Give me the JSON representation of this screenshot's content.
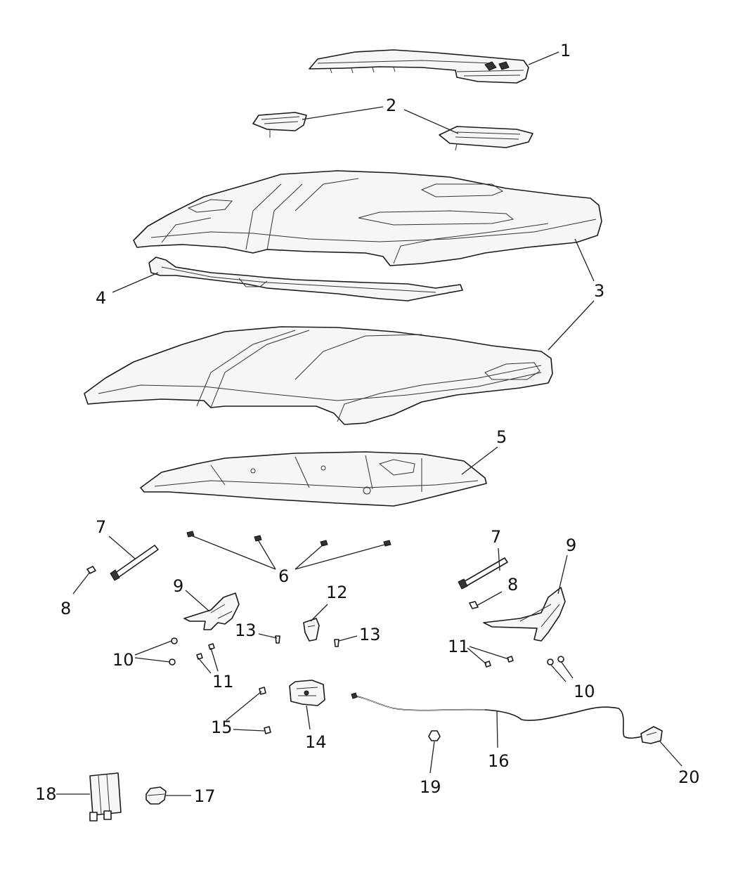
{
  "callouts": [
    {
      "id": "c1",
      "label": "1"
    },
    {
      "id": "c2",
      "label": "2"
    },
    {
      "id": "c3a",
      "label": "3"
    },
    {
      "id": "c3b",
      "label": "3"
    },
    {
      "id": "c4",
      "label": "4"
    },
    {
      "id": "c5",
      "label": "5"
    },
    {
      "id": "c6",
      "label": "6"
    },
    {
      "id": "c7a",
      "label": "7"
    },
    {
      "id": "c7b",
      "label": "7"
    },
    {
      "id": "c8a",
      "label": "8"
    },
    {
      "id": "c8b",
      "label": "8"
    },
    {
      "id": "c9a",
      "label": "9"
    },
    {
      "id": "c9b",
      "label": "9"
    },
    {
      "id": "c10a",
      "label": "10"
    },
    {
      "id": "c10b",
      "label": "10"
    },
    {
      "id": "c11a",
      "label": "11"
    },
    {
      "id": "c11b",
      "label": "11"
    },
    {
      "id": "c12",
      "label": "12"
    },
    {
      "id": "c13a",
      "label": "13"
    },
    {
      "id": "c13b",
      "label": "13"
    },
    {
      "id": "c14",
      "label": "14"
    },
    {
      "id": "c15",
      "label": "15"
    },
    {
      "id": "c16",
      "label": "16"
    },
    {
      "id": "c17",
      "label": "17"
    },
    {
      "id": "c18",
      "label": "18"
    },
    {
      "id": "c19",
      "label": "19"
    },
    {
      "id": "c20",
      "label": "20"
    }
  ]
}
